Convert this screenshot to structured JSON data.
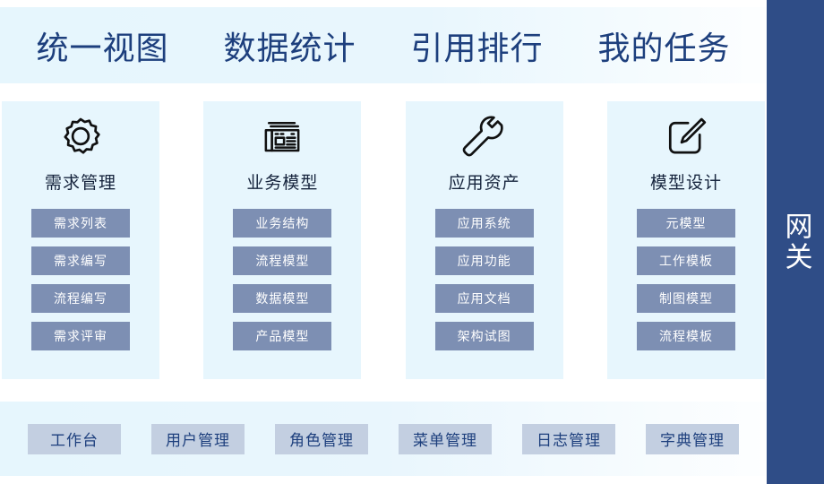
{
  "topnav": {
    "items": [
      {
        "label": "统一视图",
        "name": "nav-unified-view"
      },
      {
        "label": "数据统计",
        "name": "nav-data-statistics"
      },
      {
        "label": "引用排行",
        "name": "nav-citation-ranking"
      },
      {
        "label": "我的任务",
        "name": "nav-my-tasks"
      }
    ]
  },
  "cards": [
    {
      "title": "需求管理",
      "icon": "gear-icon",
      "buttons": [
        {
          "label": "需求列表"
        },
        {
          "label": "需求编写"
        },
        {
          "label": "流程编写"
        },
        {
          "label": "需求评审"
        }
      ]
    },
    {
      "title": "业务模型",
      "icon": "newspaper-icon",
      "buttons": [
        {
          "label": "业务结构"
        },
        {
          "label": "流程模型"
        },
        {
          "label": "数据模型"
        },
        {
          "label": "产品模型"
        }
      ]
    },
    {
      "title": "应用资产",
      "icon": "wrench-icon",
      "buttons": [
        {
          "label": "应用系统"
        },
        {
          "label": "应用功能"
        },
        {
          "label": "应用文档"
        },
        {
          "label": "架构试图"
        }
      ]
    },
    {
      "title": "模型设计",
      "icon": "edit-pencil-icon",
      "buttons": [
        {
          "label": "元模型"
        },
        {
          "label": "工作模板"
        },
        {
          "label": "制图模型"
        },
        {
          "label": "流程模板"
        }
      ]
    }
  ],
  "bottombar": {
    "items": [
      {
        "label": "工作台",
        "name": "bottom-workbench"
      },
      {
        "label": "用户管理",
        "name": "bottom-user-management"
      },
      {
        "label": "角色管理",
        "name": "bottom-role-management"
      },
      {
        "label": "菜单管理",
        "name": "bottom-menu-management"
      },
      {
        "label": "日志管理",
        "name": "bottom-log-management"
      },
      {
        "label": "字典管理",
        "name": "bottom-dictionary-management"
      }
    ]
  },
  "gateway": {
    "label": "网关"
  },
  "colors": {
    "rail_background": "#2f4d87",
    "panel_background": "#e7f6fd",
    "card_button": "#7d8fb3",
    "bottom_button": "#c3cfe1",
    "nav_text": "#1d3f7d",
    "card_title_text": "#16243d"
  }
}
